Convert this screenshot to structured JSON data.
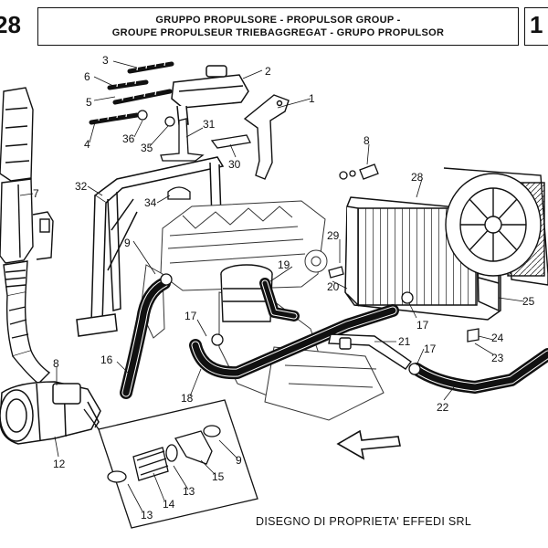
{
  "header": {
    "page_left": "28",
    "page_right": "1",
    "title_line1": "GRUPPO PROPULSORE - PROPULSOR GROUP -",
    "title_line2": "GROUPE PROPULSEUR TRIEBAGGREGAT - GRUPO PROPULSOR"
  },
  "callouts": {
    "c1": "1",
    "c2": "2",
    "c3": "3",
    "c4": "4",
    "c5": "5",
    "c6": "6",
    "c7": "7",
    "c8a": "8",
    "c8b": "8",
    "c9a": "9",
    "c9b": "9",
    "c12": "12",
    "c13a": "13",
    "c13b": "13",
    "c14": "14",
    "c15": "15",
    "c16": "16",
    "c17a": "17",
    "c17b": "17",
    "c17c": "17",
    "c18": "18",
    "c19": "19",
    "c20": "20",
    "c21": "21",
    "c22": "22",
    "c23": "23",
    "c24": "24",
    "c25": "25",
    "c28": "28",
    "c29": "29",
    "c30": "30",
    "c31": "31",
    "c32": "32",
    "c34": "34",
    "c35": "35",
    "c36": "36"
  },
  "footer": {
    "ownership": "DISEGNO DI PROPRIETA' EFFEDI SRL"
  }
}
